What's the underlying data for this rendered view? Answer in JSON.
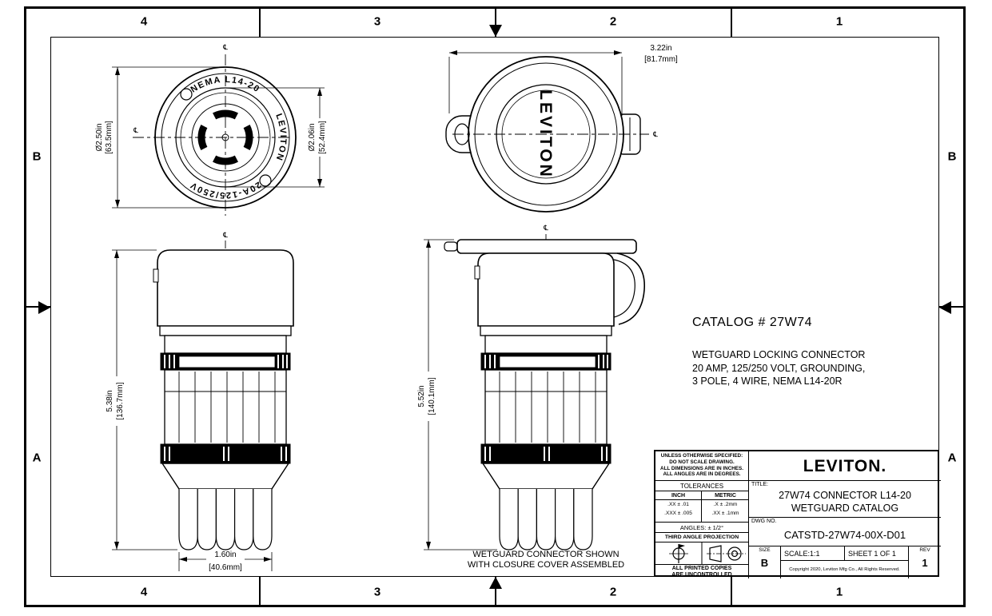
{
  "sheet": {
    "zones_top": [
      "4",
      "3",
      "2",
      "1"
    ],
    "zones_bottom": [
      "4",
      "3",
      "2",
      "1"
    ],
    "zones_left": [
      "B",
      "A"
    ],
    "zones_right": [
      "B",
      "A"
    ]
  },
  "symbols": {
    "centerline": "℄"
  },
  "front_view": {
    "ring_text_top": "NEMA L14-20",
    "ring_text_right": "LEVITON",
    "ring_text_bottom": "20A-125/250V",
    "dim_outer_in": "Ø2.50in",
    "dim_outer_mm": "[63.5mm]",
    "dim_inner_in": "Ø2.06in",
    "dim_inner_mm": "[52.4mm]"
  },
  "top_view": {
    "body_label": "LEVITON",
    "dim_width_in": "3.22in",
    "dim_width_mm": "[81.7mm]"
  },
  "side_view": {
    "dim_height_in": "5.38in",
    "dim_height_mm": "[136.7mm]",
    "dim_width_in": "1.60in",
    "dim_width_mm": "[40.6mm]"
  },
  "cover_view": {
    "dim_height_in": "5.52in",
    "dim_height_mm": "[140.1mm]",
    "caption_line1": "WETGUARD CONNECTOR SHOWN",
    "caption_line2": "WITH CLOSURE COVER ASSEMBLED"
  },
  "catalog_note": {
    "heading": "CATALOG # 27W74",
    "line1": "WETGUARD LOCKING CONNECTOR",
    "line2": "20 AMP, 125/250 VOLT, GROUNDING,",
    "line3": "3 POLE, 4 WIRE, NEMA L14-20R"
  },
  "title_block": {
    "spec_line1": "UNLESS OTHERWISE SPECIFIED:",
    "spec_line2": "DO NOT SCALE DRAWING.",
    "spec_line3": "ALL DIMENSIONS ARE IN INCHES.",
    "spec_line4": "ALL ANGLES ARE IN DEGREES.",
    "tolerances_title": "TOLERANCES",
    "inch_header": "INCH",
    "metric_header": "METRIC",
    "inch_row1": ".XX  ± .01",
    "inch_row2": ".XXX  ± .005",
    "metric_row1": ".X  ± .2mm",
    "metric_row2": ".XX  ± .1mm",
    "angles": "ANGLES: ± 1/2°",
    "projection_label": "THIRD ANGLE PROJECTION",
    "uncontrolled_line1": "ALL PRINTED COPIES",
    "uncontrolled_line2": "ARE UNCONTROLLED",
    "brand": "LEVITON.",
    "title_label": "TITLE:",
    "title_line1": "27W74 CONNECTOR L14-20",
    "title_line2": "WETGUARD CATALOG",
    "dwg_label": "DWG NO.",
    "dwg_number": "CATSTD-27W74-00X-D01",
    "size_label": "SIZE",
    "size_value": "B",
    "scale": "SCALE:1:1",
    "sheet": "SHEET 1 OF 1",
    "rev_label": "REV",
    "rev_value": "1",
    "copyright": "Copyright 2020, Leviton Mfg Co., All Rights Reserved."
  }
}
